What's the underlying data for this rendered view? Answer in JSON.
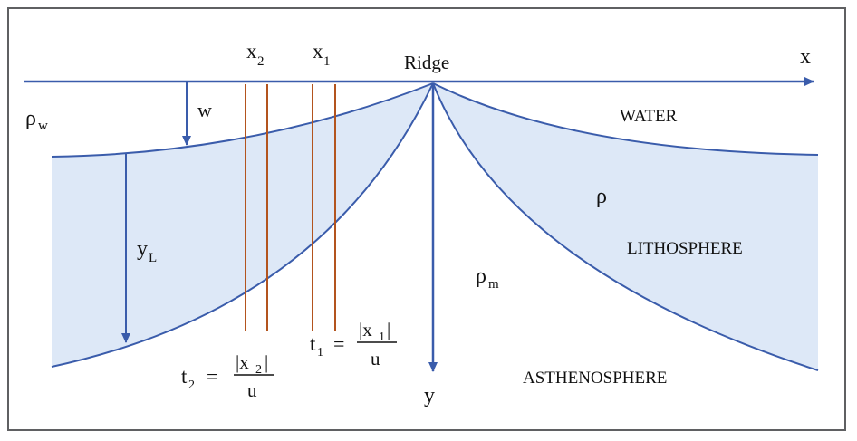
{
  "labels": {
    "x_axis": "x",
    "y_axis": "y",
    "ridge": "Ridge",
    "water": "WATER",
    "lithosphere": "LITHOSPHERE",
    "asthenosphere": "ASTHENOSPHERE",
    "rho": "ρ",
    "rho_w": "ρ",
    "rho_w_sub": "w",
    "rho_m": "ρ",
    "rho_m_sub": "m",
    "w": "w",
    "y_L": "y",
    "y_L_sub": "L",
    "x1": "x",
    "x1_sub": "1",
    "x2": "x",
    "x2_sub": "2",
    "t1_lhs": "t",
    "t1_sub": "1",
    "t1_eq": "=",
    "t1_num": "|x",
    "t1_num_sub": "1",
    "t1_num_end": "|",
    "t1_den": "u",
    "t2_lhs": "t",
    "t2_sub": "2",
    "t2_eq": "=",
    "t2_num": "|x",
    "t2_num_sub": "2",
    "t2_num_end": "|",
    "t2_den": "u"
  },
  "colors": {
    "blue": "#3a5cab",
    "fill": "#dde8f7",
    "orange": "#b3541e",
    "border": "#5f6062"
  }
}
